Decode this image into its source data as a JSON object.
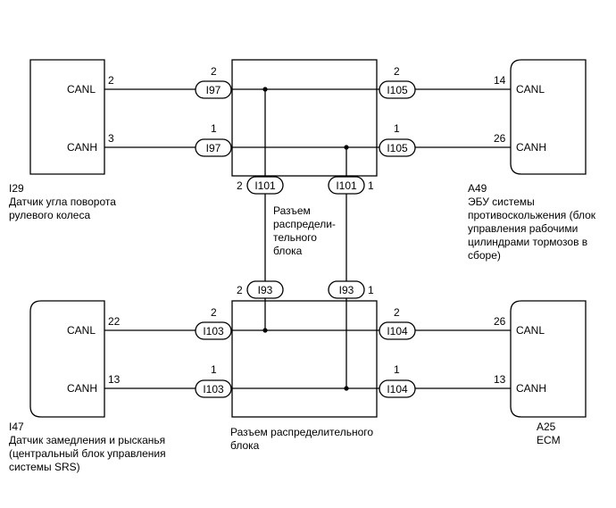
{
  "components": {
    "i29": {
      "id": "I29",
      "desc": [
        "Датчик угла поворота",
        "рулевого колеса"
      ],
      "pins": [
        {
          "label": "CANL",
          "num": "2"
        },
        {
          "label": "CANH",
          "num": "3"
        }
      ]
    },
    "a49": {
      "id": "A49",
      "desc": [
        "ЭБУ системы",
        "противоскольжения (блок",
        "управления рабочими",
        "цилиндрами тормозов в",
        "сборе)"
      ],
      "pins": [
        {
          "label": "CANL",
          "num": "14"
        },
        {
          "label": "CANH",
          "num": "26"
        }
      ]
    },
    "i47": {
      "id": "I47",
      "desc": [
        "Датчик замедления и рысканья",
        "(центральный блок управления",
        "системы SRS)"
      ],
      "pins": [
        {
          "label": "CANL",
          "num": "22"
        },
        {
          "label": "CANH",
          "num": "13"
        }
      ]
    },
    "a25": {
      "id": "A25",
      "desc": [
        "ECM"
      ],
      "pins": [
        {
          "label": "CANL",
          "num": "26"
        },
        {
          "label": "CANH",
          "num": "13"
        }
      ]
    }
  },
  "junction_top": {
    "desc": [
      "Разъем",
      "распредели-",
      "тельного",
      "блока"
    ]
  },
  "junction_bottom": {
    "desc": [
      "Разъем распределительного",
      "блока"
    ]
  },
  "connectors": {
    "top_left_l": {
      "name": "I97",
      "pin": "2"
    },
    "top_left_h": {
      "name": "I97",
      "pin": "1"
    },
    "top_right_l": {
      "name": "I105",
      "pin": "2"
    },
    "top_right_h": {
      "name": "I105",
      "pin": "1"
    },
    "mid_top_l": {
      "name": "I101",
      "pin": "2"
    },
    "mid_top_r": {
      "name": "I101",
      "pin": "1"
    },
    "mid_bot_l": {
      "name": "I93",
      "pin": "2"
    },
    "mid_bot_r": {
      "name": "I93",
      "pin": "1"
    },
    "bot_left_l": {
      "name": "I103",
      "pin": "2"
    },
    "bot_left_h": {
      "name": "I103",
      "pin": "1"
    },
    "bot_right_l": {
      "name": "I104",
      "pin": "2"
    },
    "bot_right_h": {
      "name": "I104",
      "pin": "1"
    }
  }
}
